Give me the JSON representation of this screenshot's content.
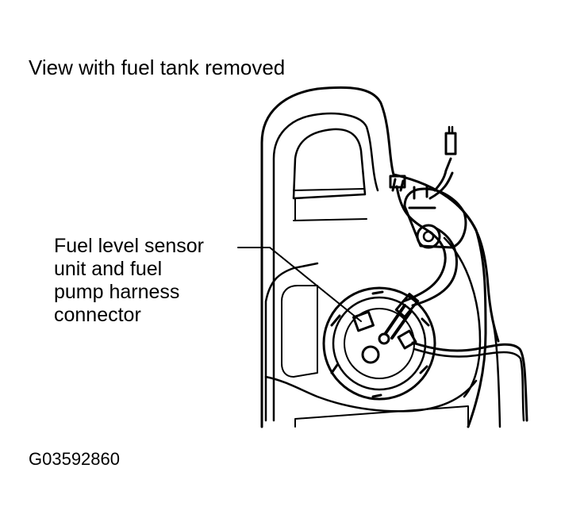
{
  "title": "View with fuel tank removed",
  "callout": {
    "lines": [
      "Fuel level sensor",
      "unit and fuel",
      "pump harness",
      "connector"
    ]
  },
  "figure_id": "G03592860"
}
